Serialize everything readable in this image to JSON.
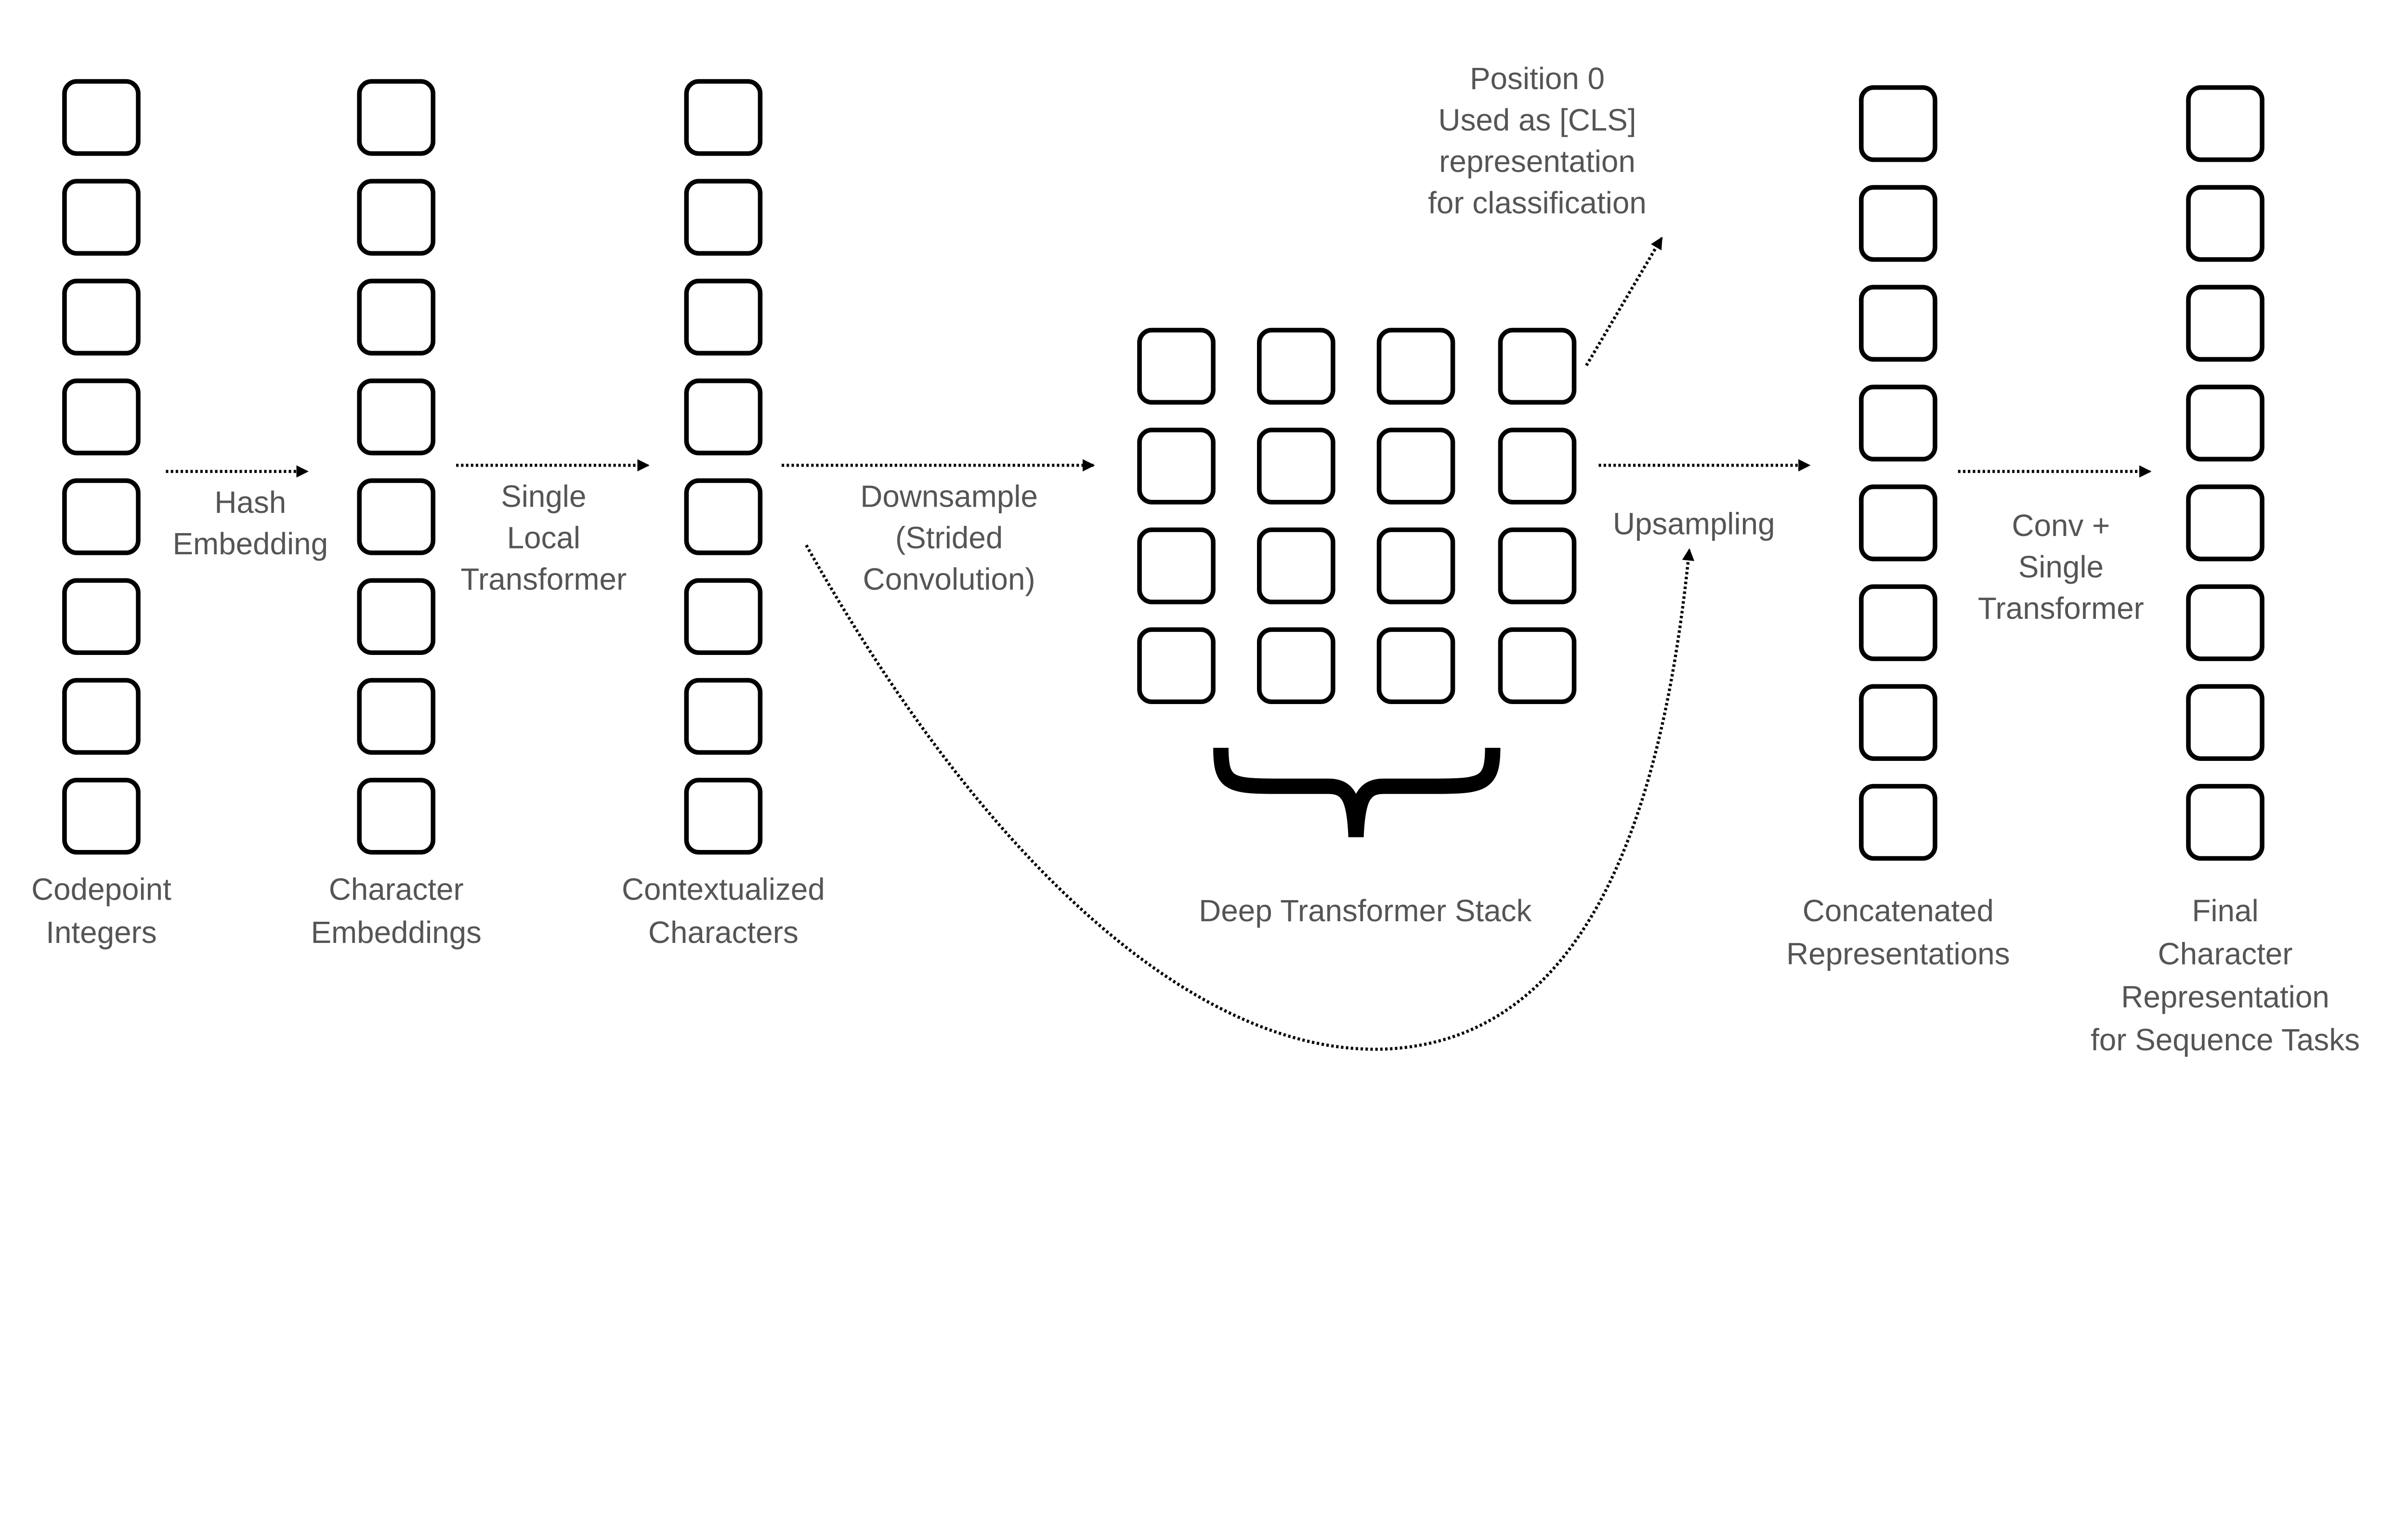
{
  "colors": {
    "text": "#555555",
    "stroke": "#000000",
    "background": "#ffffff"
  },
  "columns": [
    {
      "label": [
        "Codepoint",
        "Integers"
      ],
      "cells": 8
    },
    {
      "label": [
        "Character",
        "Embeddings"
      ],
      "cells": 8
    },
    {
      "label": [
        "Contextualized",
        "Characters"
      ],
      "cells": 8
    },
    {
      "label": [
        "Concatenated",
        "Representations"
      ],
      "cells": 8
    },
    {
      "label": [
        "Final",
        "Character",
        "Representation",
        "for Sequence Tasks"
      ],
      "cells": 8
    }
  ],
  "grid": {
    "rows": 4,
    "cols": 4,
    "label": "Deep Transformer Stack"
  },
  "edges": [
    {
      "label": [
        "Hash",
        "Embedding"
      ]
    },
    {
      "label": [
        "Single",
        "Local",
        "Transformer"
      ]
    },
    {
      "label": [
        "Downsample",
        "(Strided",
        "Convolution)"
      ]
    },
    {
      "label": [
        "Upsampling"
      ]
    },
    {
      "label": [
        "Conv +",
        "Single",
        "Transformer"
      ]
    }
  ],
  "cls_note": [
    "Position 0",
    "Used as [CLS]",
    "representation",
    "for classification"
  ]
}
